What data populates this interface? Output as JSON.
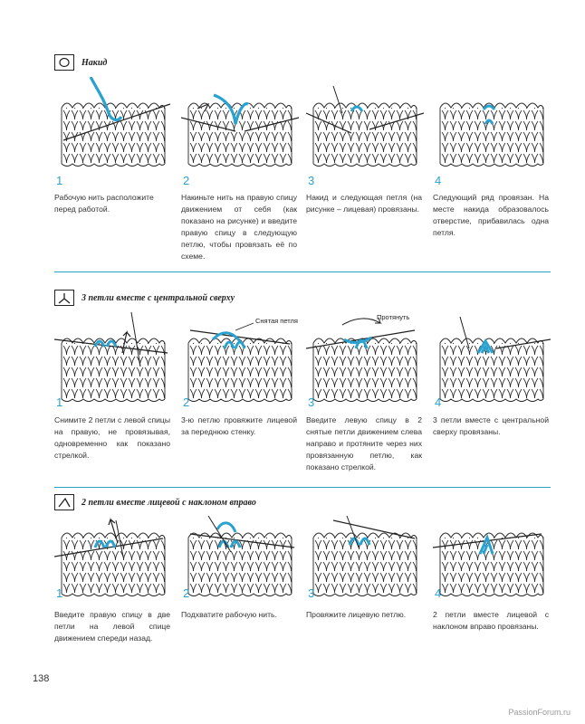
{
  "colors": {
    "accent": "#2aa2cf",
    "yarn": "#2aa2cf",
    "ink": "#222222"
  },
  "sections": [
    {
      "symbol": "circle-symbol-icon",
      "title": "Накид",
      "steps": [
        {
          "num": "1",
          "caption": "Рабочую нить расположите перед работой."
        },
        {
          "num": "2",
          "caption": "Накиньте нить на правую спицу движением от себя (как показано на рисунке) и введите правую спицу в следующую петлю, чтобы провязать её по схеме."
        },
        {
          "num": "3",
          "caption": "Накид и следующая петля (на рисунке – лицевая) провязаны."
        },
        {
          "num": "4",
          "caption": "Следующий ряд провязан. На месте накида образовалось отверстие, прибавилась одна петля."
        }
      ]
    },
    {
      "symbol": "three-together-center-symbol-icon",
      "title": "3 петли вместе с центральной сверху",
      "callouts": {
        "step2": "Снятая петля",
        "step3": "Протянуть"
      },
      "steps": [
        {
          "num": "1",
          "caption": "Снимите 2 петли с левой спицы на правую, не провязывая, одновременно как показано стрелкой."
        },
        {
          "num": "2",
          "caption": "3-ю петлю провяжите лицевой за переднюю стенку."
        },
        {
          "num": "3",
          "caption": "Введите левую спицу в 2 снятые петли движением слева направо и протяните через них провязанную петлю, как показано стрелкой."
        },
        {
          "num": "4",
          "caption": "3 петли вместе с центральной сверху провязаны."
        }
      ]
    },
    {
      "symbol": "two-together-right-slant-symbol-icon",
      "title": "2 петли вместе лицевой с наклоном вправо",
      "steps": [
        {
          "num": "1",
          "caption": "Введите правую спицу в две петли на левой спице движением спереди назад."
        },
        {
          "num": "2",
          "caption": "Подхватите рабочую нить."
        },
        {
          "num": "3",
          "caption": "Провяжите лицевую петлю."
        },
        {
          "num": "4",
          "caption": "2 петли вместе лицевой с наклоном вправо провязаны."
        }
      ]
    }
  ],
  "page_number": "138",
  "watermark": "PassionForum.ru"
}
